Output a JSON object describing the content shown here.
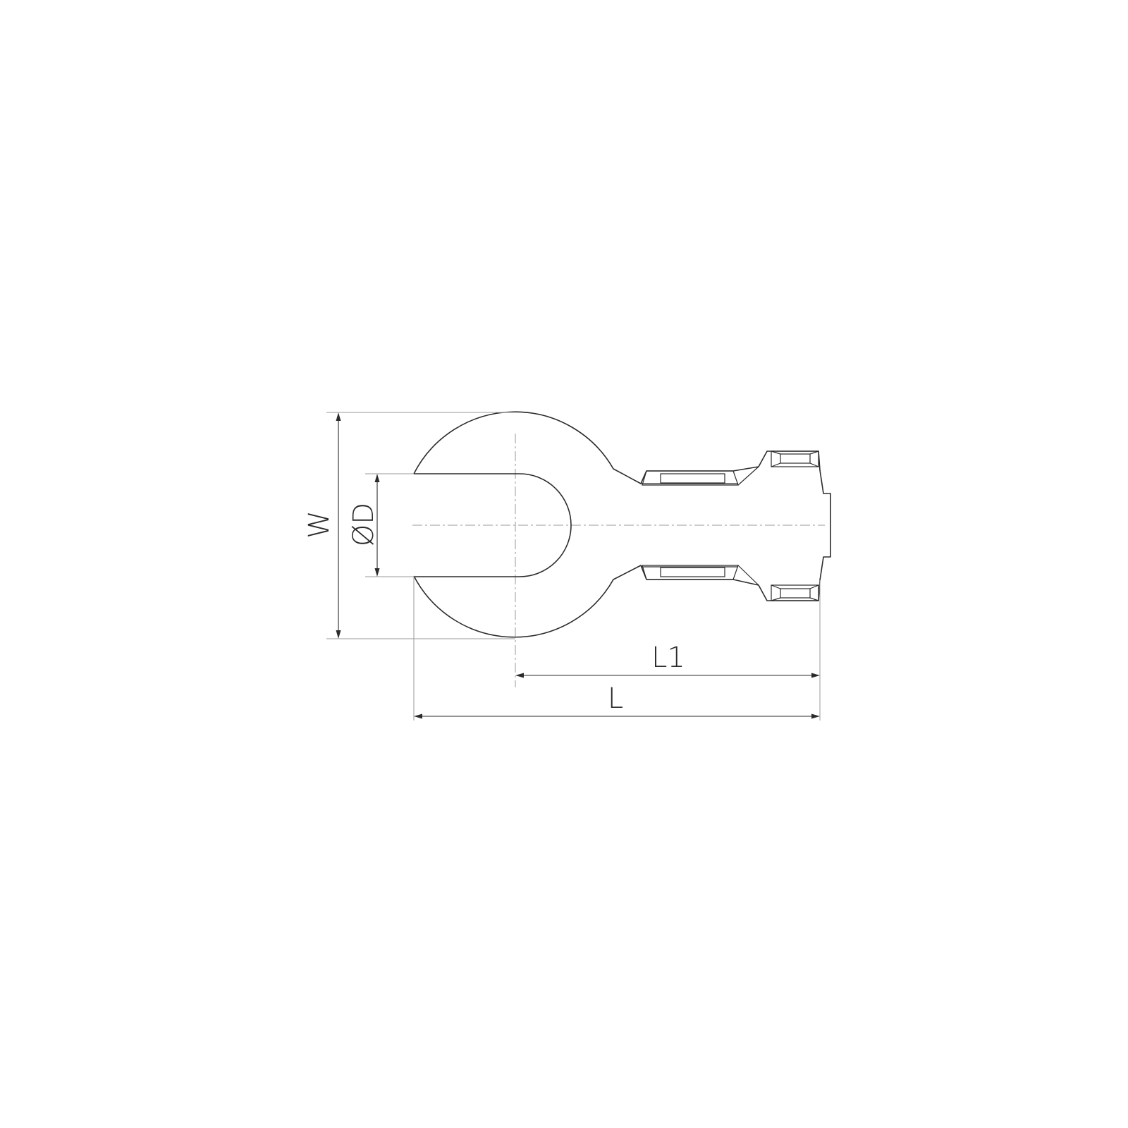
{
  "drawing": {
    "dimensions": {
      "width_label": "W",
      "diameter_label": "ØD",
      "length1_label": "L1",
      "length_label": "L"
    }
  }
}
